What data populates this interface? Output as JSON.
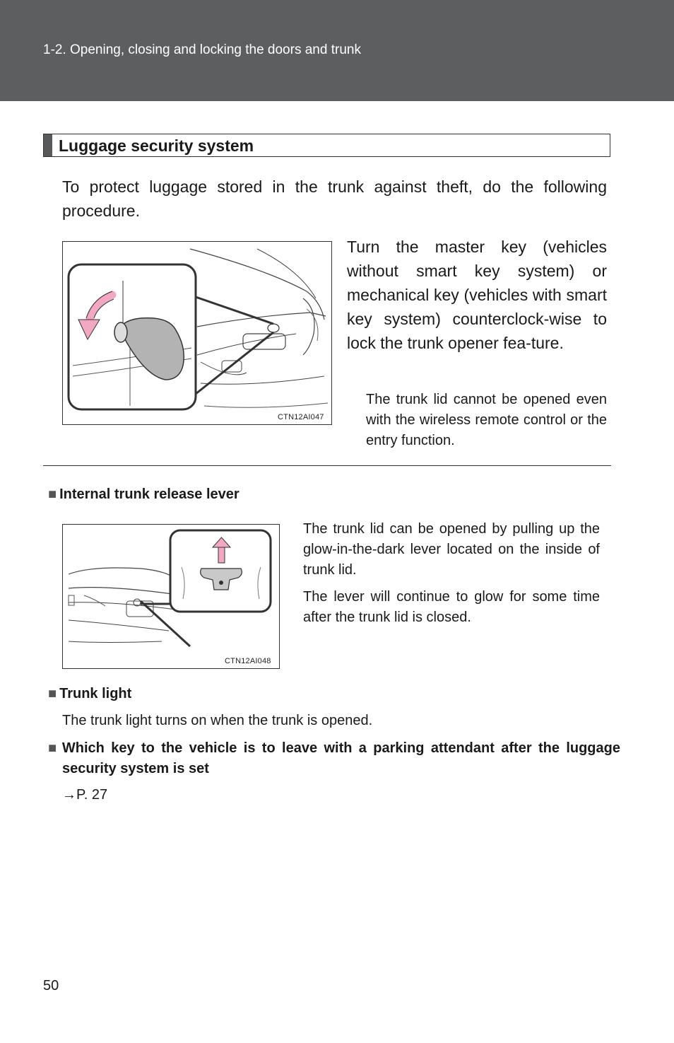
{
  "header": {
    "breadcrumb": "1-2. Opening, closing and locking the doors and trunk"
  },
  "section": {
    "title": "Luggage security system",
    "intro": "To protect luggage stored in the trunk against theft, do the following procedure.",
    "figure1_code": "CTN12AI047",
    "step_text": "Turn the master key (vehicles without smart key system) or mechanical key (vehicles with smart key system) counterclock-wise to lock the trunk opener fea-ture.",
    "note": "The trunk lid cannot be opened even with the wireless remote control or the entry function."
  },
  "internal_lever": {
    "square": "■",
    "heading": "Internal trunk release lever",
    "figure2_code": "CTN12AI048",
    "para1": "The trunk lid can be opened by pulling up the glow-in-the-dark lever located on the inside of trunk lid.",
    "para2": "The lever will continue to glow for some time after the trunk lid is closed."
  },
  "trunk_light": {
    "square": "■",
    "heading": "Trunk light",
    "text": "The trunk light turns on when the trunk is opened."
  },
  "parking": {
    "square": "■",
    "heading": "Which key to the vehicle is to leave with a parking attendant after the luggage security system is set",
    "reference": "→P. 27"
  },
  "footer": {
    "page_number": "50"
  },
  "colors": {
    "header_bar": "#5d5e60",
    "arrow_pink": "#f2a7c3",
    "key_gray": "#b3b3b3"
  }
}
